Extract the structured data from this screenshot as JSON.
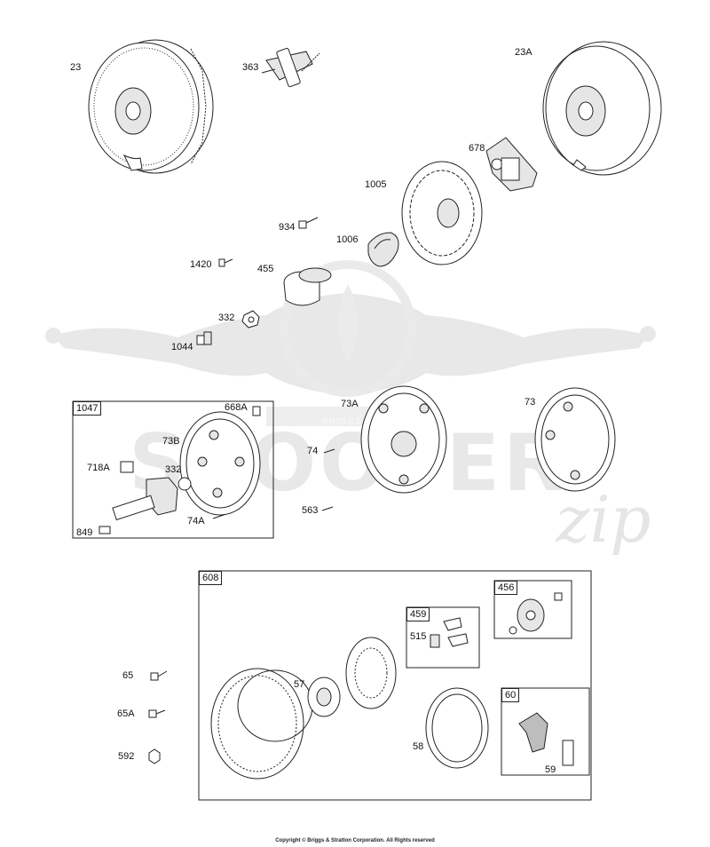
{
  "labels": {
    "p23": "23",
    "p363": "363",
    "p23A": "23A",
    "p678": "678",
    "p1005": "1005",
    "p934": "934",
    "p1006": "1006",
    "p1420": "1420",
    "p455": "455",
    "p332a": "332",
    "p1044": "1044",
    "p668A": "668A",
    "p73B": "73B",
    "p718A": "718A",
    "p332b": "332",
    "p849": "849",
    "p74A": "74A",
    "p73A": "73A",
    "p74": "74",
    "p563": "563",
    "p73": "73",
    "p65": "65",
    "p65A": "65A",
    "p592": "592",
    "p57": "57",
    "p515": "515",
    "p58": "58",
    "p59": "59"
  },
  "boxes": {
    "b1047": "1047",
    "b608": "608",
    "b459": "459",
    "b456": "456",
    "b60": "60"
  },
  "watermark": {
    "brand": "SCOOTER",
    "script": "zip",
    "banner": "BRIGGS&STRATTON"
  },
  "footer": {
    "copyright": "Copyright © Briggs & Stratton Corporation. All Rights reserved"
  }
}
